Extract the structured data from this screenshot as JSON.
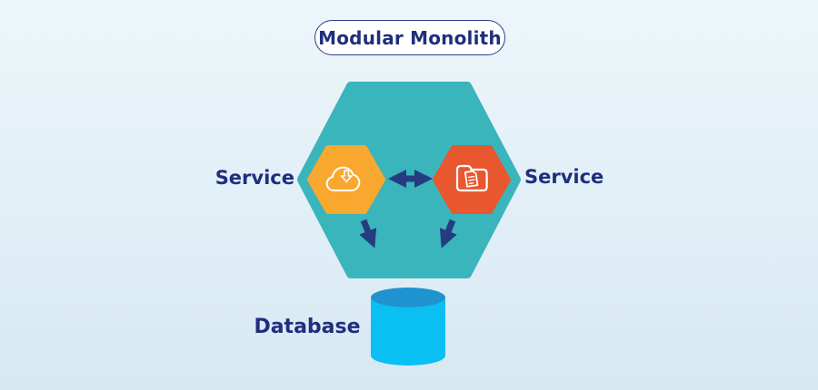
{
  "title": {
    "label": "Modular Monolith"
  },
  "diagram": {
    "monolith": {
      "name": "modular-monolith",
      "hex_color": "#3AB5BB"
    },
    "services": [
      {
        "label": "Service",
        "side": "left",
        "hex_color": "#F8A72F",
        "icon": "cloud-download-icon"
      },
      {
        "label": "Service",
        "side": "right",
        "hex_color": "#E8572E",
        "icon": "folder-document-icon"
      }
    ],
    "database": {
      "label": "Database",
      "body_color": "#0ABFF2",
      "top_color": "#1F93D0"
    },
    "arrows": {
      "color": "#253C80",
      "service_to_service": "bidirectional",
      "services_to_database_count": 2
    }
  },
  "colors": {
    "background_top": "#EDF6FA",
    "background_bottom": "#D7E8F3",
    "text_navy": "#1F2F7D",
    "badge_border": "#2D3A8C",
    "badge_background": "#FFFFFF",
    "icon_stroke": "#FFFFFF"
  }
}
